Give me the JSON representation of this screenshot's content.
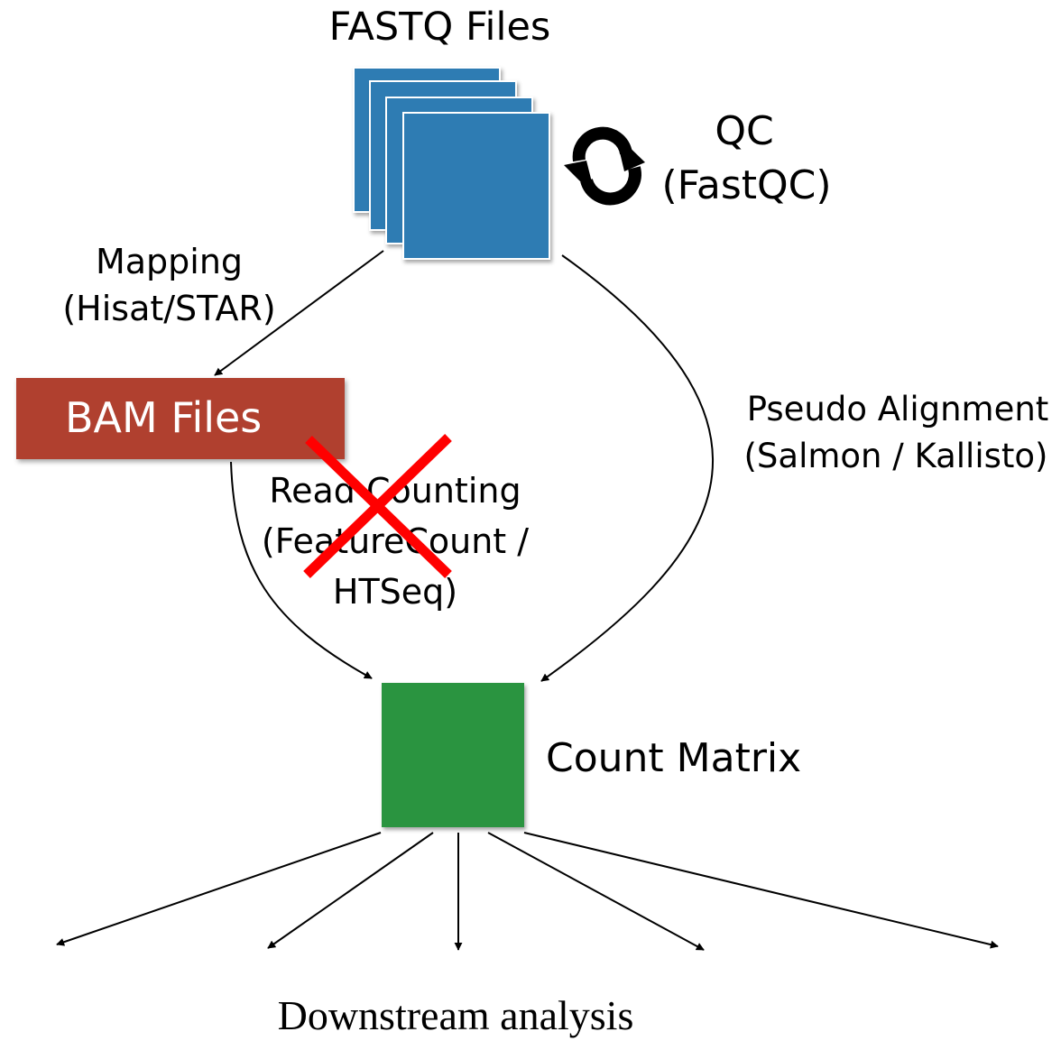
{
  "nodes": {
    "fastq_files": "FASTQ Files",
    "bam_files": "BAM Files",
    "count_matrix": "Count Matrix",
    "downstream": "Downstream analysis"
  },
  "steps": {
    "qc_line1": "QC",
    "qc_line2": "(FastQC)",
    "mapping_line1": "Mapping",
    "mapping_line2": "(Hisat/STAR)",
    "pseudo_line1": "Pseudo Alignment",
    "pseudo_line2": "(Salmon / Kallisto)",
    "read_counting_line1": "Read Counting",
    "read_counting_line2": "(FeatureCount /",
    "read_counting_line3": "HTSeq)"
  },
  "colors": {
    "fastq_blue": "#2e7bb3",
    "bam_red": "#b0402f",
    "count_green": "#2b9441",
    "cross_red": "#ff0000",
    "arrow": "#000000"
  },
  "icons": {
    "qc": "refresh-cycle-icon",
    "cross": "red-x-cross-icon"
  }
}
